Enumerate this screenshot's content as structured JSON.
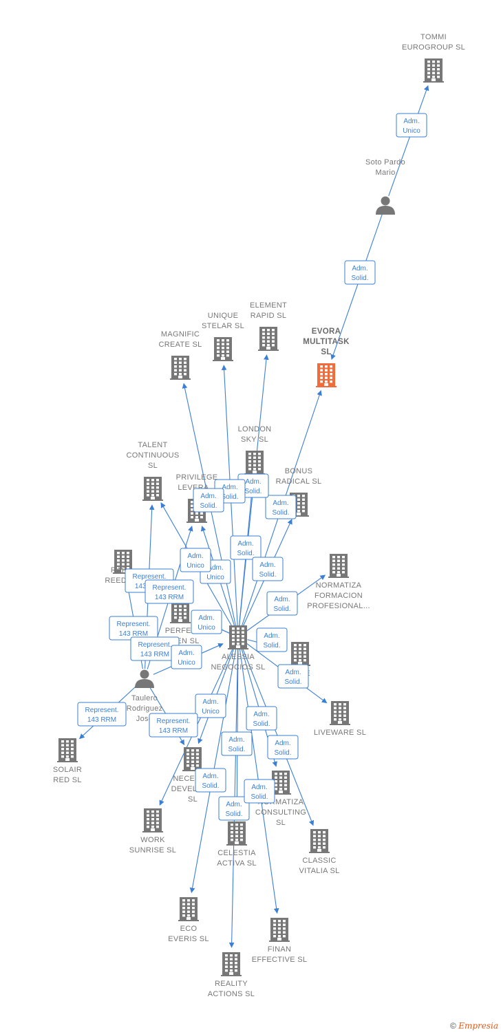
{
  "colors": {
    "edge": "#3a7fd6",
    "building": "#777777",
    "focus": "#f26b3a",
    "person": "#777777"
  },
  "footer": {
    "copyright": "©",
    "brand": "Empresia"
  },
  "nodes": [
    {
      "id": "tommi",
      "type": "company",
      "lines": [
        "TOMMI",
        "EUROGROUP SL"
      ]
    },
    {
      "id": "soto",
      "type": "person",
      "lines": [
        "Soto Pardo",
        "Mario"
      ]
    },
    {
      "id": "evora",
      "type": "company",
      "focus": true,
      "lines": [
        "EVORA",
        "MULTITASK",
        "SL"
      ]
    },
    {
      "id": "element",
      "type": "company",
      "lines": [
        "ELEMENT",
        "RAPID SL"
      ]
    },
    {
      "id": "unique",
      "type": "company",
      "lines": [
        "UNIQUE",
        "STELAR SL"
      ]
    },
    {
      "id": "magnific",
      "type": "company",
      "lines": [
        "MAGNIFIC",
        "CREATE SL"
      ]
    },
    {
      "id": "london",
      "type": "company",
      "lines": [
        "LONDON",
        "SKY SL"
      ]
    },
    {
      "id": "talent",
      "type": "company",
      "lines": [
        "TALENT",
        "CONTINUOUS",
        "SL"
      ]
    },
    {
      "id": "privilege",
      "type": "company",
      "lines": [
        "PRIVILEGE",
        "LEVERA..."
      ]
    },
    {
      "id": "bonus",
      "type": "company",
      "lines": [
        "BONUS",
        "RADICAL SL"
      ]
    },
    {
      "id": "rapid_reed",
      "type": "company",
      "lines": [
        "RAP...",
        "REED SL"
      ]
    },
    {
      "id": "normatiza_f",
      "type": "company",
      "lines": [
        "NORMATIZA",
        "FORMACION",
        "PROFESIONAL..."
      ]
    },
    {
      "id": "perfect",
      "type": "company",
      "lines": [
        "PERFEC...",
        "...EN SL"
      ]
    },
    {
      "id": "alessia",
      "type": "company",
      "lines": [
        "ALESSIA",
        "NEGOCIOS SL"
      ]
    },
    {
      "id": "e_sl",
      "type": "company",
      "lines": [
        "...E",
        "SL"
      ]
    },
    {
      "id": "taulero",
      "type": "person",
      "lines": [
        "Taulero",
        "Rodriguez",
        "Jose"
      ]
    },
    {
      "id": "liveware",
      "type": "company",
      "lines": [
        "LIVEWARE SL"
      ]
    },
    {
      "id": "solair",
      "type": "company",
      "lines": [
        "SOLAIR",
        "RED SL"
      ]
    },
    {
      "id": "necess",
      "type": "company",
      "lines": [
        "NECESS...",
        "DEVELOP...",
        "SL"
      ]
    },
    {
      "id": "normatiza_c",
      "type": "company",
      "lines": [
        "NORMATIZA",
        "CONSULTING",
        "SL"
      ]
    },
    {
      "id": "work",
      "type": "company",
      "lines": [
        "WORK",
        "SUNRISE SL"
      ]
    },
    {
      "id": "celestia",
      "type": "company",
      "lines": [
        "CELESTIA",
        "ACTIVA SL"
      ]
    },
    {
      "id": "classic",
      "type": "company",
      "lines": [
        "CLASSIC",
        "VITALIA SL"
      ]
    },
    {
      "id": "eco",
      "type": "company",
      "lines": [
        "ECO",
        "EVERIS SL"
      ]
    },
    {
      "id": "finan",
      "type": "company",
      "lines": [
        "FINAN",
        "EFFECTIVE SL"
      ]
    },
    {
      "id": "reality",
      "type": "company",
      "lines": [
        "REALITY",
        "ACTIONS SL"
      ]
    }
  ],
  "edges": [
    {
      "from": "soto",
      "to": "tommi",
      "label": [
        "Adm.",
        "Unico"
      ]
    },
    {
      "from": "soto",
      "to": "evora",
      "label": [
        "Adm.",
        "Solid."
      ]
    },
    {
      "from": "alessia",
      "to": "evora",
      "label": [
        "Adm.",
        "Solid."
      ]
    },
    {
      "from": "alessia",
      "to": "element",
      "label": [
        "Adm.",
        "Solid."
      ]
    },
    {
      "from": "alessia",
      "to": "unique",
      "label": [
        "Adm.",
        "Solid."
      ]
    },
    {
      "from": "alessia",
      "to": "magnific",
      "label": [
        "Adm.",
        "Solid."
      ]
    },
    {
      "from": "alessia",
      "to": "london",
      "label": [
        "Adm.",
        "Solid."
      ]
    },
    {
      "from": "alessia",
      "to": "bonus",
      "label": [
        "Adm.",
        "Solid."
      ]
    },
    {
      "from": "alessia",
      "to": "privilege",
      "label": [
        "Adm.",
        "Unico"
      ]
    },
    {
      "from": "alessia",
      "to": "talent",
      "label": [
        "Adm.",
        "Unico"
      ]
    },
    {
      "from": "alessia",
      "to": "normatiza_f",
      "label": [
        "Adm.",
        "Solid."
      ]
    },
    {
      "from": "alessia",
      "to": "perfect",
      "label": [
        "Adm.",
        "Unico"
      ]
    },
    {
      "from": "alessia",
      "to": "e_sl",
      "label": [
        "Adm.",
        "Solid."
      ]
    },
    {
      "from": "alessia",
      "to": "liveware",
      "label": [
        "Adm.",
        "Solid."
      ]
    },
    {
      "from": "alessia",
      "to": "necess",
      "label": [
        "Adm.",
        "Unico"
      ]
    },
    {
      "from": "alessia",
      "to": "normatiza_c",
      "label": [
        "Adm.",
        "Solid."
      ]
    },
    {
      "from": "alessia",
      "to": "work",
      "label": [
        "Adm.",
        "Solid."
      ]
    },
    {
      "from": "alessia",
      "to": "celestia",
      "label": [
        "Adm.",
        "Solid."
      ]
    },
    {
      "from": "alessia",
      "to": "classic",
      "label": [
        "Adm.",
        "Solid."
      ]
    },
    {
      "from": "alessia",
      "to": "eco",
      "label": [
        "Adm.",
        "Solid."
      ]
    },
    {
      "from": "alessia",
      "to": "finan",
      "label": [
        "Adm.",
        "Solid."
      ]
    },
    {
      "from": "alessia",
      "to": "reality",
      "label": [
        "Adm.",
        "Solid."
      ]
    },
    {
      "from": "taulero",
      "to": "talent",
      "label": [
        "Represent.",
        "143 RRM"
      ]
    },
    {
      "from": "taulero",
      "to": "privilege",
      "label": [
        "Represent.",
        "143 RRM"
      ]
    },
    {
      "from": "taulero",
      "to": "rapid_reed",
      "label": [
        "Represent.",
        "143 RRM"
      ]
    },
    {
      "from": "taulero",
      "to": "alessia",
      "label": [
        "Represent.",
        "143 RRM"
      ]
    },
    {
      "from": "taulero",
      "to": "solair",
      "label": [
        "Represent.",
        "143 RRM"
      ]
    },
    {
      "from": "taulero",
      "to": "necess",
      "label": [
        "Represent.",
        "143 RRM"
      ]
    },
    {
      "from": "alessia",
      "to": "perfect",
      "label": [
        "Adm.",
        "Unico"
      ]
    }
  ]
}
